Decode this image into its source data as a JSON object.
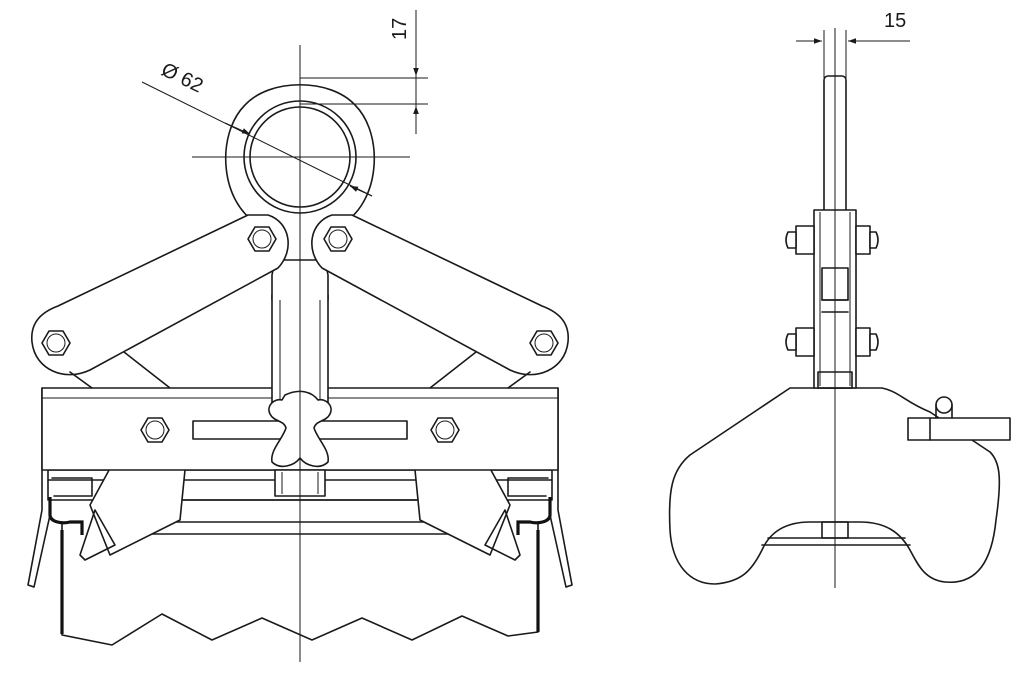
{
  "dimensions": {
    "diameter_label": "Ø 62",
    "height_label": "17",
    "width_label": "15"
  },
  "colors": {
    "line": "#1a1a1a",
    "background": "#ffffff"
  }
}
